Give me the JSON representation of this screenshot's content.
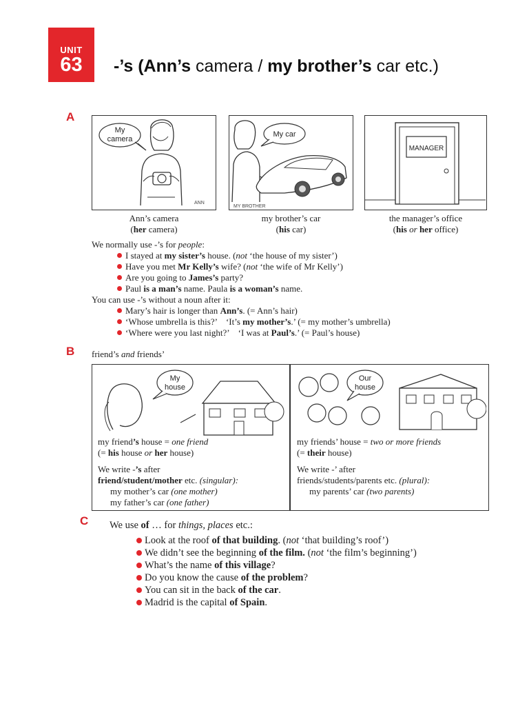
{
  "unit": {
    "label": "UNIT",
    "number": "63"
  },
  "title": {
    "prefix": "-’s (",
    "ann": "Ann’s",
    "camera": " camera / ",
    "brother": "my brother’s",
    "rest": " car etc.)"
  },
  "sectionA": {
    "letter": "A",
    "pictures": [
      {
        "bubble": [
          "My",
          "camera"
        ],
        "tag": "ANN",
        "caption": "Ann’s camera",
        "caption2_b": "her",
        "caption2_rest": " camera)"
      },
      {
        "bubble": [
          "My car"
        ],
        "tag": "MY BROTHER",
        "caption": "my brother’s car",
        "caption2_b": "his",
        "caption2_rest": " car)"
      },
      {
        "sign": "MANAGER",
        "caption": "the manager’s office",
        "caption2_b1": "his",
        "caption2_or": " or ",
        "caption2_b2": "her",
        "caption2_rest": " office)"
      }
    ],
    "intro1": "We normally use -’s for ",
    "intro1_i": "people",
    "bullets1": [
      {
        "a": "I stayed at ",
        "b": "my sister’s",
        "c": " house. (",
        "i": "not",
        "d": " ‘the house of my sister’)"
      },
      {
        "a": "Have you met ",
        "b": "Mr Kelly’s",
        "c": " wife? (",
        "i": "not",
        "d": " ‘the wife of Mr Kelly’)"
      },
      {
        "a": "Are you going to ",
        "b": "James’s",
        "c": " party?",
        "i": "",
        "d": ""
      },
      {
        "a": "Paul ",
        "b": "is a man’s",
        "c": " name. Paula ",
        "b2": "is a woman’s",
        "d": " name."
      }
    ],
    "intro2": "You can use -’s without a noun after it:",
    "bullets2": [
      {
        "a": "Mary’s hair is longer than ",
        "b": "Ann’s",
        "c": ". (= Ann’s hair)"
      },
      {
        "a": "‘Whose umbrella is this?’    ‘It’s ",
        "b": "my mother’s",
        "c": ".’ (= my mother’s umbrella)"
      },
      {
        "a": "‘Where were you last night?’    ‘I was at ",
        "b": "Paul’s",
        "c": ".’ (= Paul’s house)"
      }
    ]
  },
  "sectionB": {
    "letter": "B",
    "heading_a": "friend’s ",
    "heading_i": "and",
    "heading_b": " friends’",
    "left": {
      "bubble": [
        "My",
        "house"
      ],
      "line1_a": "my friend",
      "line1_b": "’s",
      "line1_c": " house = ",
      "line1_i": "one friend",
      "line2_a": "(= ",
      "line2_b1": "his",
      "line2_c": " house ",
      "line2_i": "or",
      "line2_b2": "her",
      "line2_d": " house)",
      "line3_a": "We write -",
      "line3_b": "’s",
      "line3_c": " after",
      "line4_b": "friend/student/mother",
      "line4_c": " etc. ",
      "line4_i": "(singular):",
      "line5_a": "my mother’s car ",
      "line5_i": "(one mother)",
      "line6_a": "my father’s car ",
      "line6_i": "(one father)"
    },
    "right": {
      "bubble": [
        "Our",
        "house"
      ],
      "line1_a": "my friends’ house = ",
      "line1_i": "two or more friends",
      "line2_a": "(= ",
      "line2_b": "their",
      "line2_c": " house)",
      "line3_a": "We write -’ after",
      "line4_a": "friends/students/parents etc. ",
      "line4_i": "(plural):",
      "line5_a": "my parents’ car ",
      "line5_i": "(two parents)"
    }
  },
  "sectionC": {
    "letter": "C",
    "intro_a": "We use ",
    "intro_b": "of",
    "intro_c": " … for ",
    "intro_i": "things, places",
    "intro_d": " etc.:",
    "bullets": [
      {
        "a": "Look at the roof ",
        "b": "of that building",
        "c": ". (",
        "i": "not",
        "d": " ‘that building’s roof’)"
      },
      {
        "a": "We didn’t see the beginning ",
        "b": "of the film.",
        "c": " (",
        "i": "not",
        "d": " ‘the film’s beginning’)"
      },
      {
        "a": "What’s the name ",
        "b": "of this village",
        "c": "?",
        "i": "",
        "d": ""
      },
      {
        "a": "Do you know the cause ",
        "b": "of the problem",
        "c": "?",
        "i": "",
        "d": ""
      },
      {
        "a": "You can sit in the back ",
        "b": "of the car",
        "c": ".",
        "i": "",
        "d": ""
      },
      {
        "a": "Madrid is the capital ",
        "b": "of Spain",
        "c": ".",
        "i": "",
        "d": ""
      }
    ]
  },
  "colors": {
    "accent": "#e3262b",
    "ink": "#222222"
  }
}
